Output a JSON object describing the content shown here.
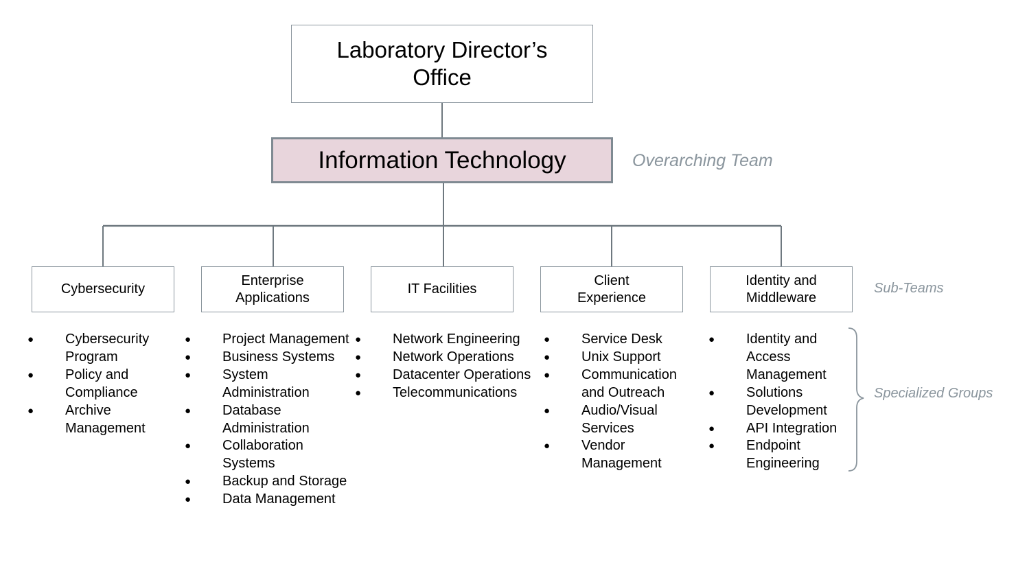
{
  "top": {
    "label": "Laboratory Director’s Office"
  },
  "overarching": {
    "label": "Information Technology",
    "fill": "#e8d5dc",
    "tag": "Overarching Team"
  },
  "sub_teams_tag": "Sub-Teams",
  "specialized_tag": "Specialized Groups",
  "sub_teams": [
    {
      "label": "Cybersecurity",
      "groups": [
        "Cybersecurity Program",
        "Policy and Compliance",
        "Archive Management"
      ]
    },
    {
      "label": "Enterprise Applications",
      "groups": [
        "Project Management",
        "Business Systems",
        "System Administration",
        "Database Administration",
        "Collaboration Systems",
        "Backup and Storage",
        "Data Management"
      ]
    },
    {
      "label": "IT Facilities",
      "groups": [
        "Network Engineering",
        "Network Operations",
        "Datacenter Operations",
        "Telecommunications"
      ]
    },
    {
      "label": "Client Experience",
      "groups": [
        "Service Desk",
        "Unix Support",
        "Communication and Outreach",
        "Audio/Visual Services",
        "Vendor Management"
      ]
    },
    {
      "label": "Identity and Middleware",
      "groups": [
        "Identity and Access Management",
        "Solutions Development",
        "API Integration",
        "Endpoint Engineering"
      ]
    }
  ],
  "colors": {
    "border": "#8a959d",
    "connector": "#6e787f",
    "tag_text": "#8a959d"
  }
}
